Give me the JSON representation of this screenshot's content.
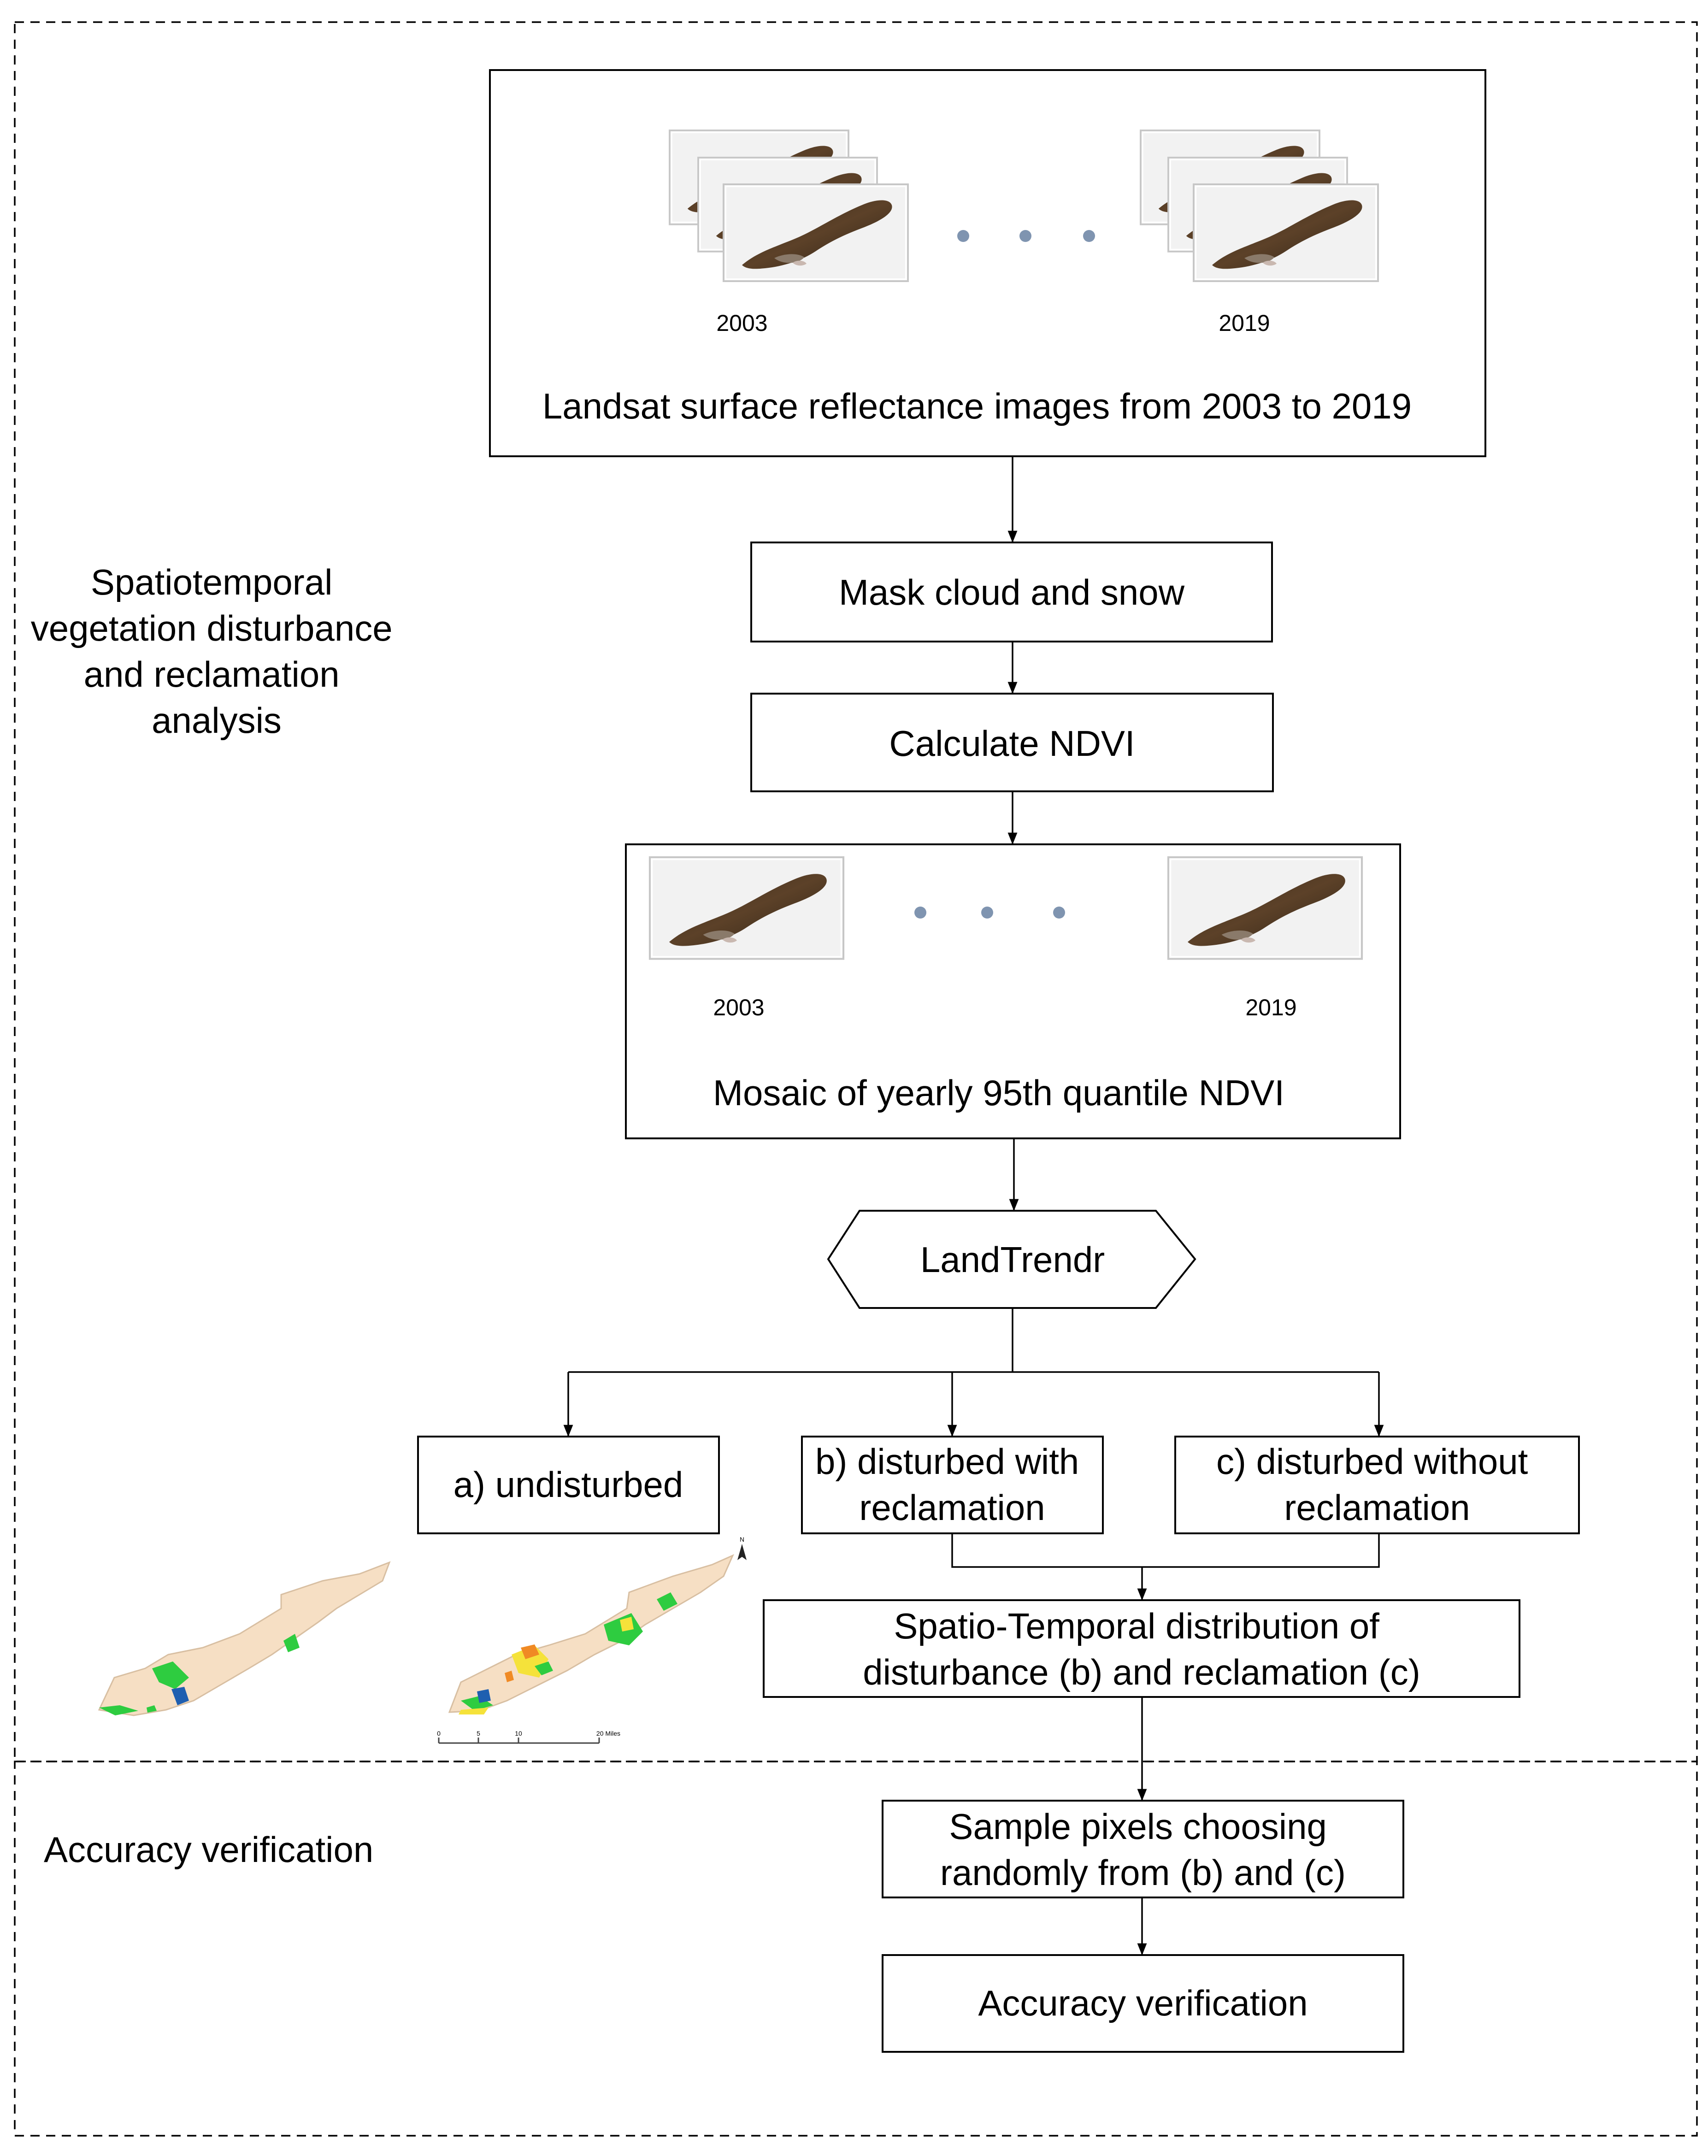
{
  "sections": {
    "top": [
      "Spatiotemporal",
      "vegetation disturbance",
      "and reclamation",
      "analysis"
    ],
    "bottom": "Accuracy verification"
  },
  "landsat": {
    "label": "Landsat surface reflectance images from 2003 to 2019",
    "year_start": "2003",
    "year_end": "2019"
  },
  "steps": {
    "mask": "Mask cloud and snow",
    "ndvi": "Calculate NDVI"
  },
  "mosaic": {
    "label": "Mosaic of yearly 95th  quantile  NDVI",
    "year_start": "2003",
    "year_end": "2019"
  },
  "landtrendr": "LandTrendr",
  "classes": {
    "a": [
      "a) undisturbed"
    ],
    "b": [
      "b) disturbed with",
      "reclamation"
    ],
    "c": [
      "c) disturbed without",
      "reclamation"
    ]
  },
  "distribution": [
    "Spatio-Temporal distribution of",
    "disturbance (b) and reclamation (c)"
  ],
  "sample": [
    "Sample pixels choosing",
    "randomly from (b) and (c)"
  ],
  "accuracy": "Accuracy verification",
  "map_scale": {
    "ticks": [
      "0",
      "5",
      "10",
      "20 Miles"
    ],
    "north": "N"
  },
  "colors": {
    "dot": "#7f94b0",
    "map_fill": "#f6dfc4",
    "green": "#2ecc40",
    "yellow": "#f5e23a",
    "orange": "#f08a24",
    "blue": "#1f5fb0"
  }
}
